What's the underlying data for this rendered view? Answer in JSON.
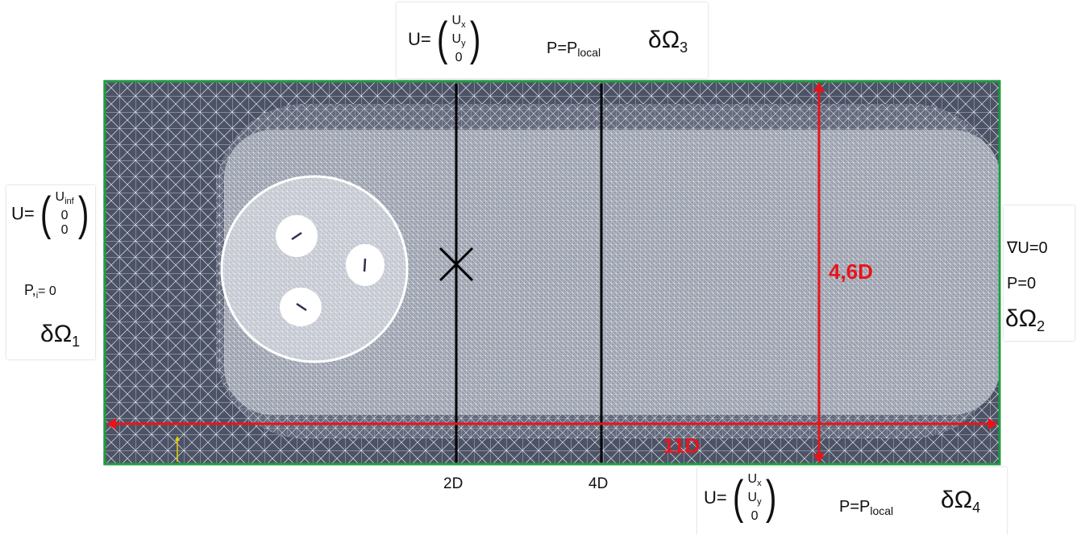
{
  "inlet": {
    "u_lhs": "U=",
    "u_vec": [
      "U",
      "inf",
      "0",
      "0"
    ],
    "p_lhs": "P,",
    "p_sub": "i",
    "p_rhs": "=  0",
    "boundary": "δΩ",
    "boundary_sub": "1"
  },
  "top": {
    "u_lhs": "U=",
    "u_vec": [
      "U",
      "x",
      "U",
      "y",
      "0"
    ],
    "p_lhs": "P=P",
    "p_sub": "local",
    "boundary": "δΩ",
    "boundary_sub": "3"
  },
  "outlet": {
    "grad": "∇U=0",
    "p": "P=0",
    "boundary": "δΩ",
    "boundary_sub": "2"
  },
  "bottom": {
    "u_lhs": "U=",
    "u_vec": [
      "U",
      "x",
      "U",
      "y",
      "0"
    ],
    "p_lhs": "P=P",
    "p_sub": "local",
    "boundary": "δΩ",
    "boundary_sub": "4"
  },
  "probe_lines": [
    "2D",
    "4D"
  ],
  "dimensions": {
    "height": "4,6D",
    "length": "11D"
  },
  "colors": {
    "mesh_bg": "#4d5366",
    "mesh_line": "#e9ecf2",
    "domain_border": "#1f9c3f",
    "dimension": "#e8141b"
  }
}
